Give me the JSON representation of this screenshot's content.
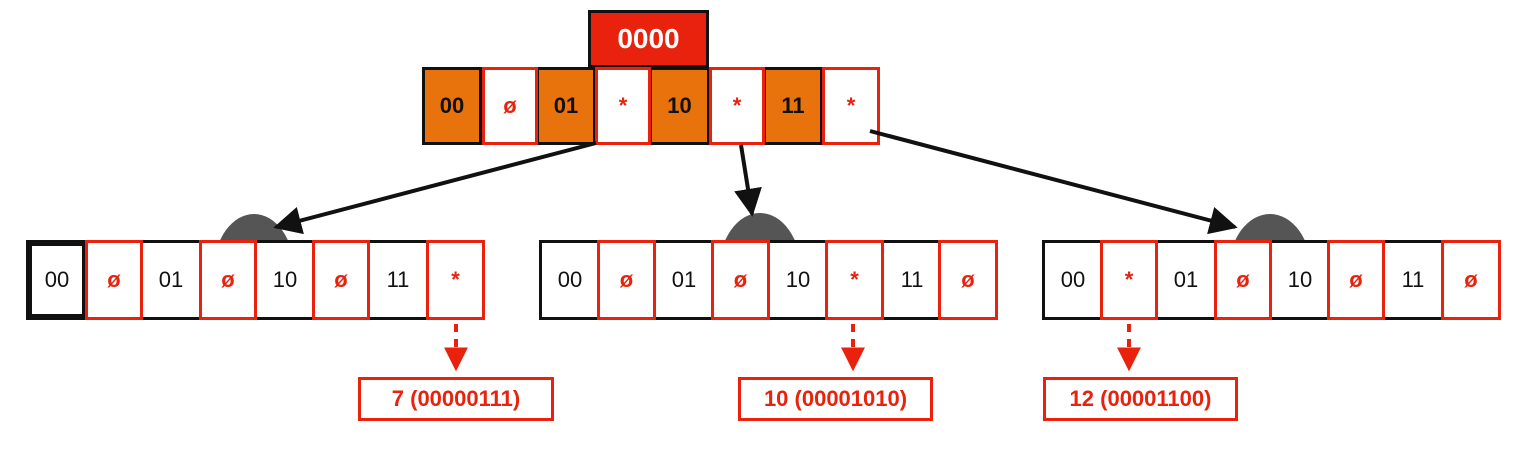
{
  "colors": {
    "accent_red": "#E8220C",
    "accent_orange": "#E8720C",
    "line_black": "#111111",
    "cap_gray": "#555555"
  },
  "root": {
    "prefix": "0000",
    "entries": [
      {
        "key": "00",
        "ptr": "ø"
      },
      {
        "key": "01",
        "ptr": "*"
      },
      {
        "key": "10",
        "ptr": "*"
      },
      {
        "key": "11",
        "ptr": "*"
      }
    ]
  },
  "children": [
    {
      "entries": [
        {
          "key": "00",
          "ptr": "ø"
        },
        {
          "key": "01",
          "ptr": "ø"
        },
        {
          "key": "10",
          "ptr": "ø"
        },
        {
          "key": "11",
          "ptr": "*"
        }
      ],
      "value": "7 (00000111)"
    },
    {
      "entries": [
        {
          "key": "00",
          "ptr": "ø"
        },
        {
          "key": "01",
          "ptr": "ø"
        },
        {
          "key": "10",
          "ptr": "*"
        },
        {
          "key": "11",
          "ptr": "ø"
        }
      ],
      "value": "10 (00001010)"
    },
    {
      "entries": [
        {
          "key": "00",
          "ptr": "*"
        },
        {
          "key": "01",
          "ptr": "ø"
        },
        {
          "key": "10",
          "ptr": "ø"
        },
        {
          "key": "11",
          "ptr": "ø"
        }
      ],
      "value": "12 (00001100)"
    }
  ]
}
